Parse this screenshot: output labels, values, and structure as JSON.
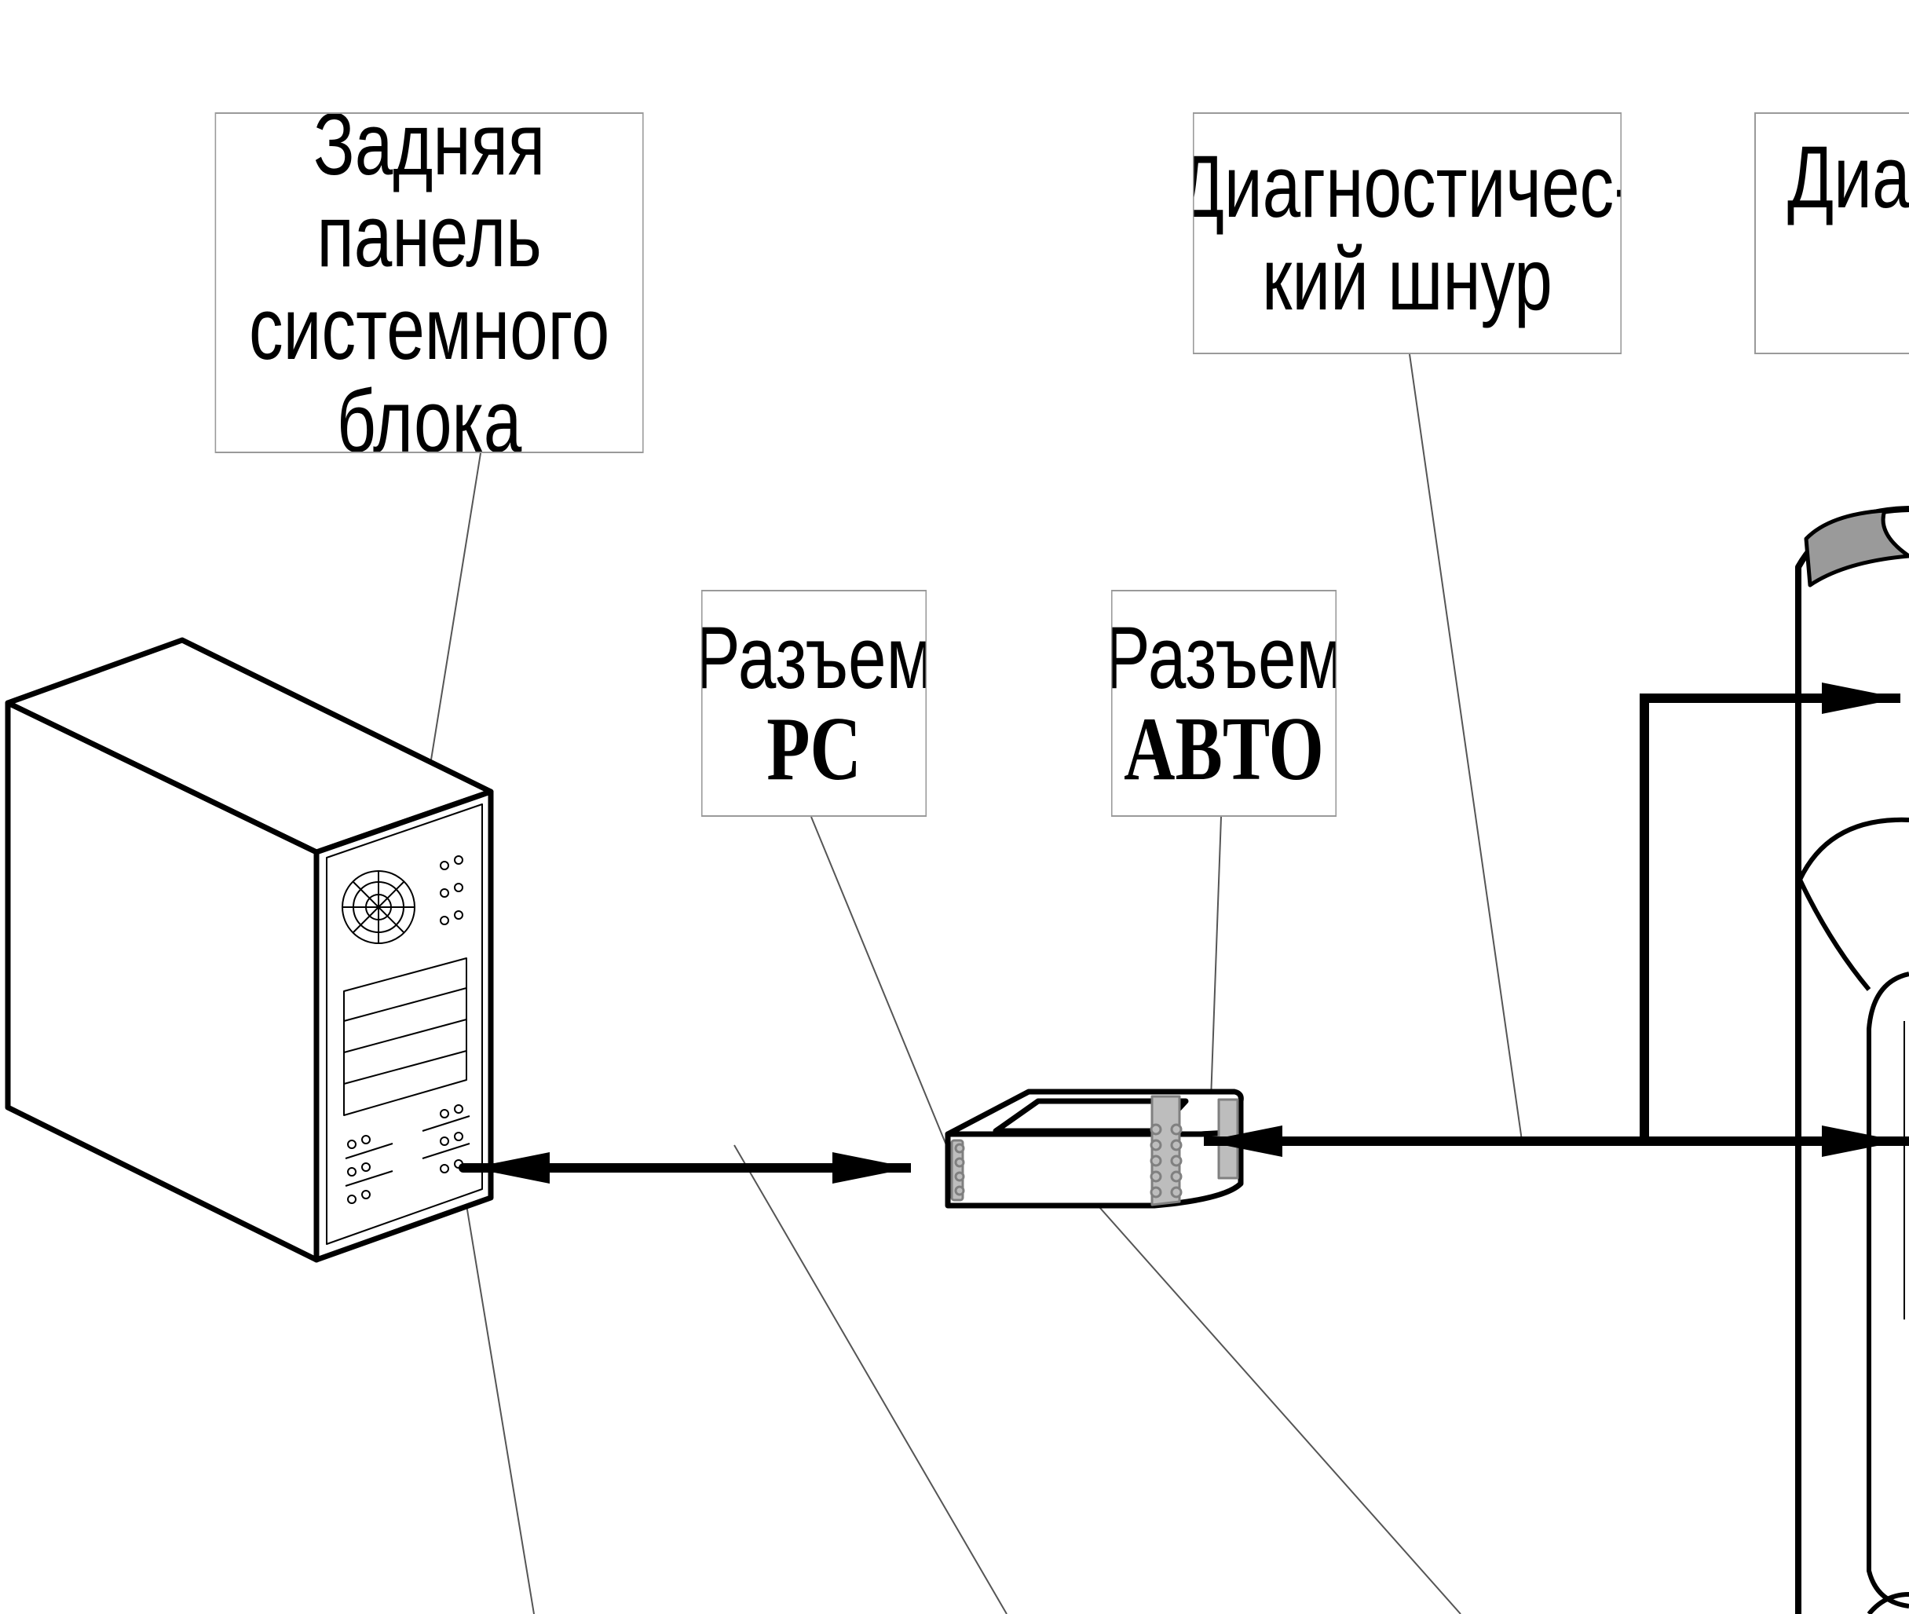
{
  "labels": {
    "rear_panel": {
      "line1": "Задняя панель",
      "line2": "системного",
      "line3": "блока"
    },
    "connector_pc": {
      "line1": "Разъем",
      "line2": "PC"
    },
    "connector_auto": {
      "line1": "Разъем",
      "line2": "ABTO"
    },
    "diagnostic_cord": {
      "line1": "Диагностичес-",
      "line2": "кий шнур"
    },
    "partial_right": {
      "line1": "Диа"
    }
  },
  "colors": {
    "line": "#000000",
    "leader": "#555555",
    "box_border": "#9a9a9a",
    "connector_fill": "#bdbdbd",
    "background": "#ffffff"
  }
}
